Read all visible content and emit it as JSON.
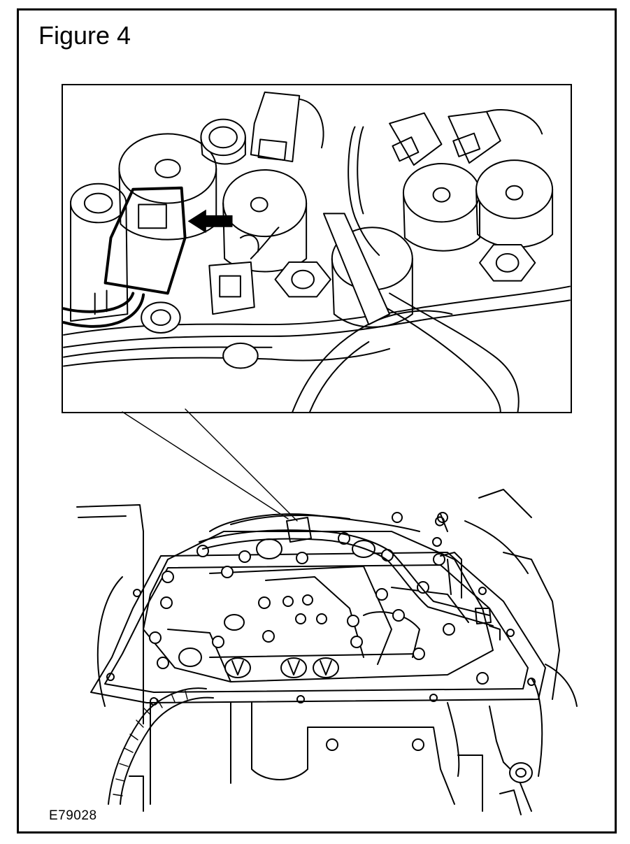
{
  "figure": {
    "title": "Figure 4",
    "code": "E79028"
  },
  "icons": {
    "detail_arrow": "left-arrow-icon",
    "highlight": "connector-highlight"
  }
}
